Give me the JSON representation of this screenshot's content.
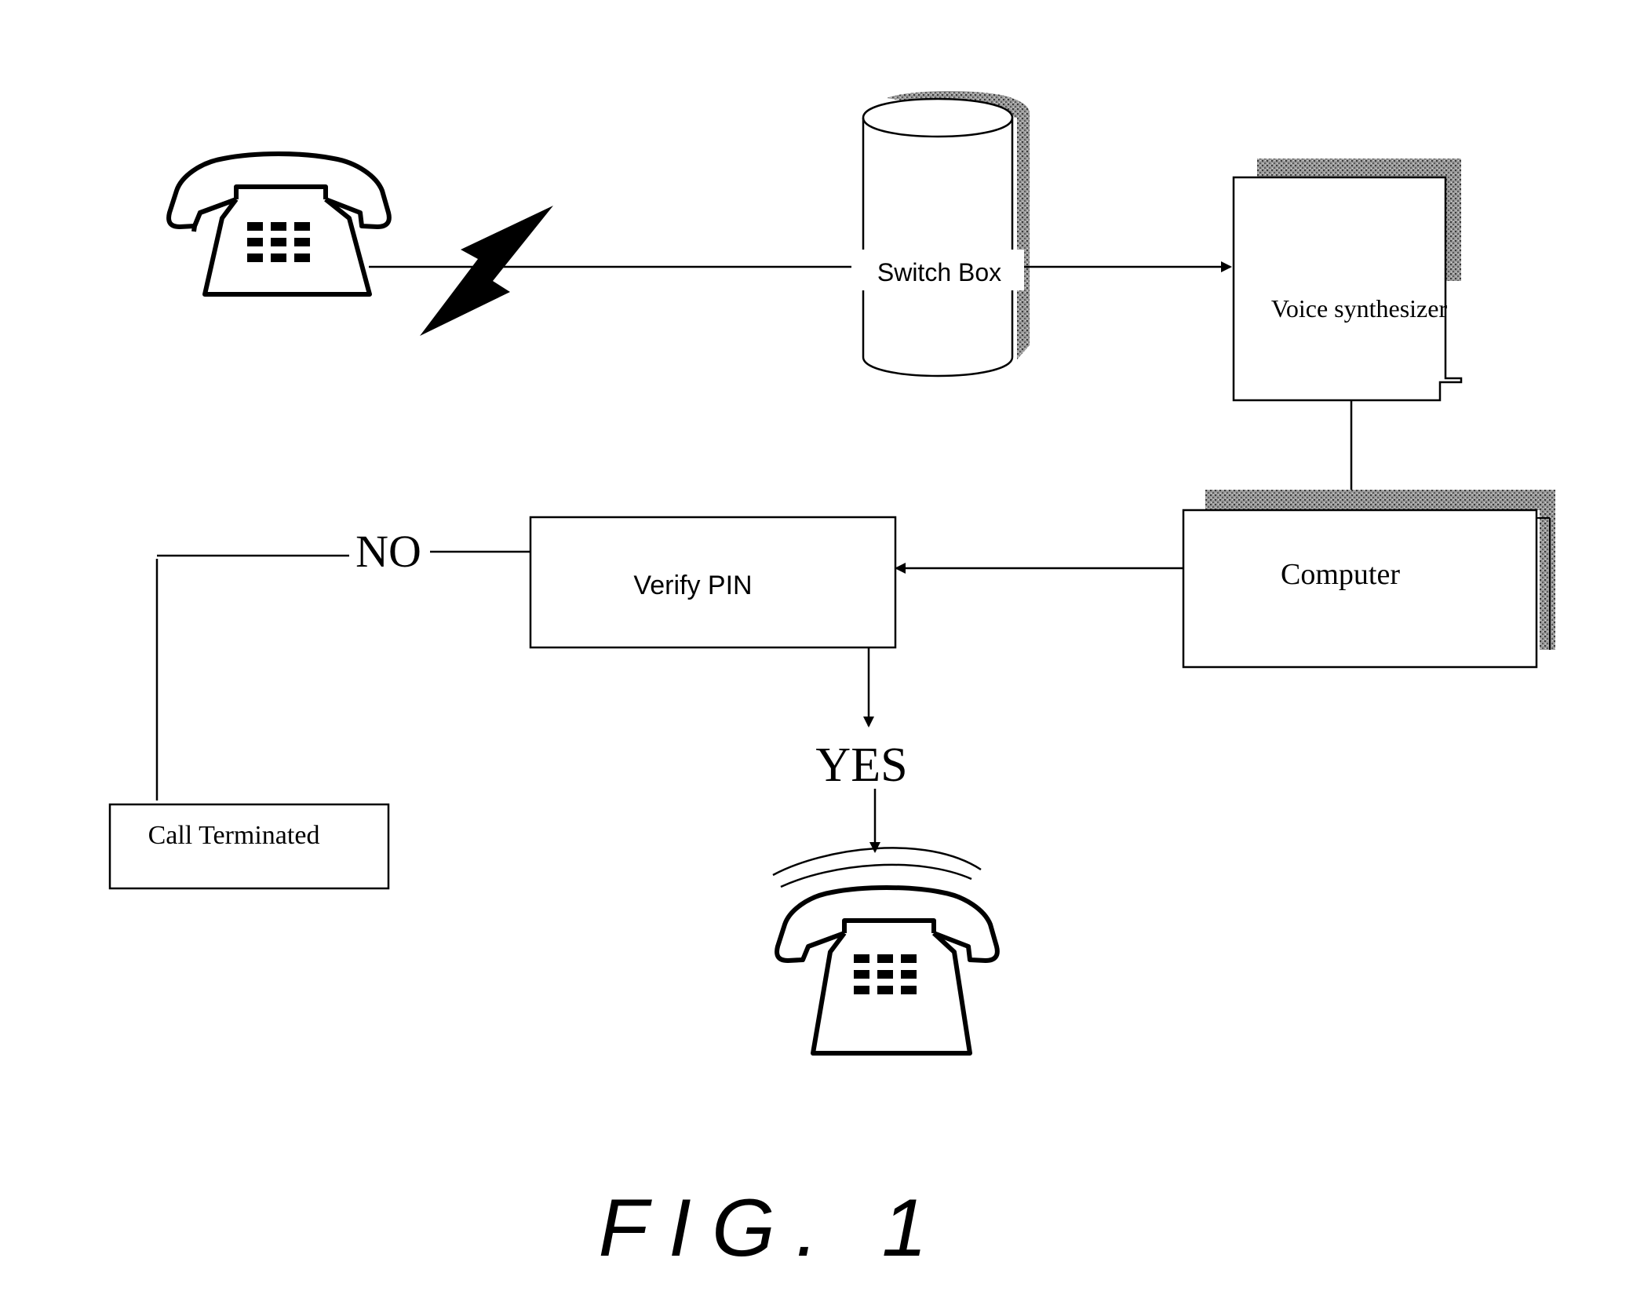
{
  "nodes": {
    "switch_box": "Switch Box",
    "voice_synthesizer": "Voice synthesizer",
    "computer": "Computer",
    "verify_pin": "Verify PIN",
    "call_terminated": "Call Terminated"
  },
  "branches": {
    "no": "NO",
    "yes": "YES"
  },
  "figure_label": "FIG. 1",
  "icons": [
    "caller-telephone-icon",
    "lightning-bolt-icon",
    "receiver-telephone-icon",
    "ringing-waves-icon"
  ],
  "colors": {
    "ink": "#000000",
    "shadow": "#8c8c8c",
    "paper": "#ffffff"
  }
}
